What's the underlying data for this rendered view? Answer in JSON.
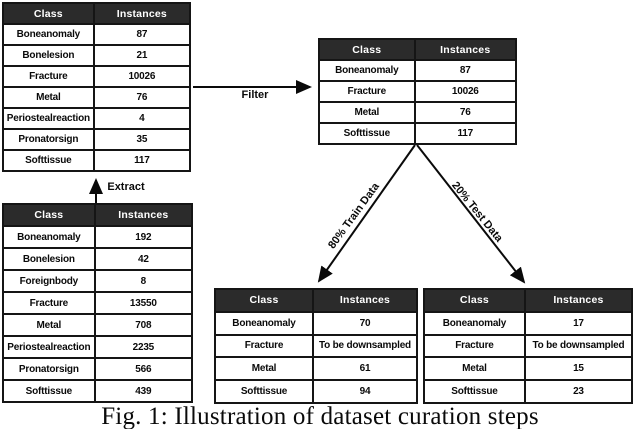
{
  "figure": {
    "caption": "Fig. 1: Illustration of dataset curation steps"
  },
  "colors": {
    "background": "#ffffff",
    "header_bg": "#2b2b2b",
    "header_text": "#ffffff",
    "body_text": "#0a0a0a",
    "border": "#151515"
  },
  "arrows": {
    "filter": {
      "label": "Filter"
    },
    "extract": {
      "label": "Extract"
    },
    "train_split": {
      "label": "80% Train Data"
    },
    "test_split": {
      "label": "20% Test Data"
    }
  },
  "tables": {
    "extracted": {
      "headers": [
        "Class",
        "Instances"
      ],
      "rows": [
        [
          "Boneanomaly",
          "87"
        ],
        [
          "Bonelesion",
          "21"
        ],
        [
          "Fracture",
          "10026"
        ],
        [
          "Metal",
          "76"
        ],
        [
          "Periostealreaction",
          "4"
        ],
        [
          "Pronatorsign",
          "35"
        ],
        [
          "Softtissue",
          "117"
        ]
      ]
    },
    "raw": {
      "headers": [
        "Class",
        "Instances"
      ],
      "rows": [
        [
          "Boneanomaly",
          "192"
        ],
        [
          "Bonelesion",
          "42"
        ],
        [
          "Foreignbody",
          "8"
        ],
        [
          "Fracture",
          "13550"
        ],
        [
          "Metal",
          "708"
        ],
        [
          "Periostealreaction",
          "2235"
        ],
        [
          "Pronatorsign",
          "566"
        ],
        [
          "Softtissue",
          "439"
        ]
      ]
    },
    "filtered": {
      "headers": [
        "Class",
        "Instances"
      ],
      "rows": [
        [
          "Boneanomaly",
          "87"
        ],
        [
          "Fracture",
          "10026"
        ],
        [
          "Metal",
          "76"
        ],
        [
          "Softtissue",
          "117"
        ]
      ]
    },
    "train": {
      "headers": [
        "Class",
        "Instances"
      ],
      "rows": [
        [
          "Boneanomaly",
          "70"
        ],
        [
          "Fracture",
          "To be downsampled"
        ],
        [
          "Metal",
          "61"
        ],
        [
          "Softtissue",
          "94"
        ]
      ]
    },
    "test": {
      "headers": [
        "Class",
        "Instances"
      ],
      "rows": [
        [
          "Boneanomaly",
          "17"
        ],
        [
          "Fracture",
          "To be downsampled"
        ],
        [
          "Metal",
          "15"
        ],
        [
          "Softtissue",
          "23"
        ]
      ]
    }
  }
}
